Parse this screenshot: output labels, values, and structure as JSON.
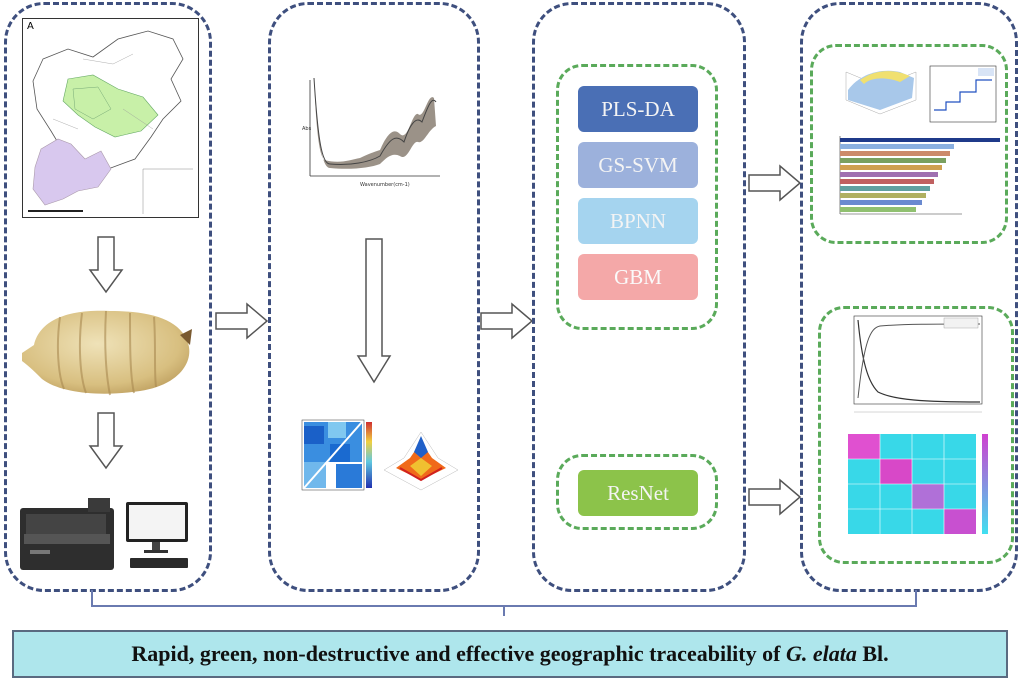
{
  "methods": {
    "plsda": "PLS-DA",
    "gssvm": "GS-SVM",
    "bpnn": "BPNN",
    "gbm": "GBM",
    "resnet": "ResNet"
  },
  "map": {
    "panel_letter": "A"
  },
  "footer": {
    "text_before": "Rapid, green, non-destructive and effective geographic traceability of ",
    "species": "G. elata",
    "text_after": " Bl."
  },
  "colors": {
    "panel_border": "#3e4f7e",
    "group_border": "#5aaa5a",
    "plsda": "#4a6fb5",
    "gssvm": "#9cb1dc",
    "bpnn": "#a5d4ef",
    "gbm": "#f4a8a8",
    "resnet": "#8cc34a",
    "footer_bg": "#aee6ec"
  }
}
